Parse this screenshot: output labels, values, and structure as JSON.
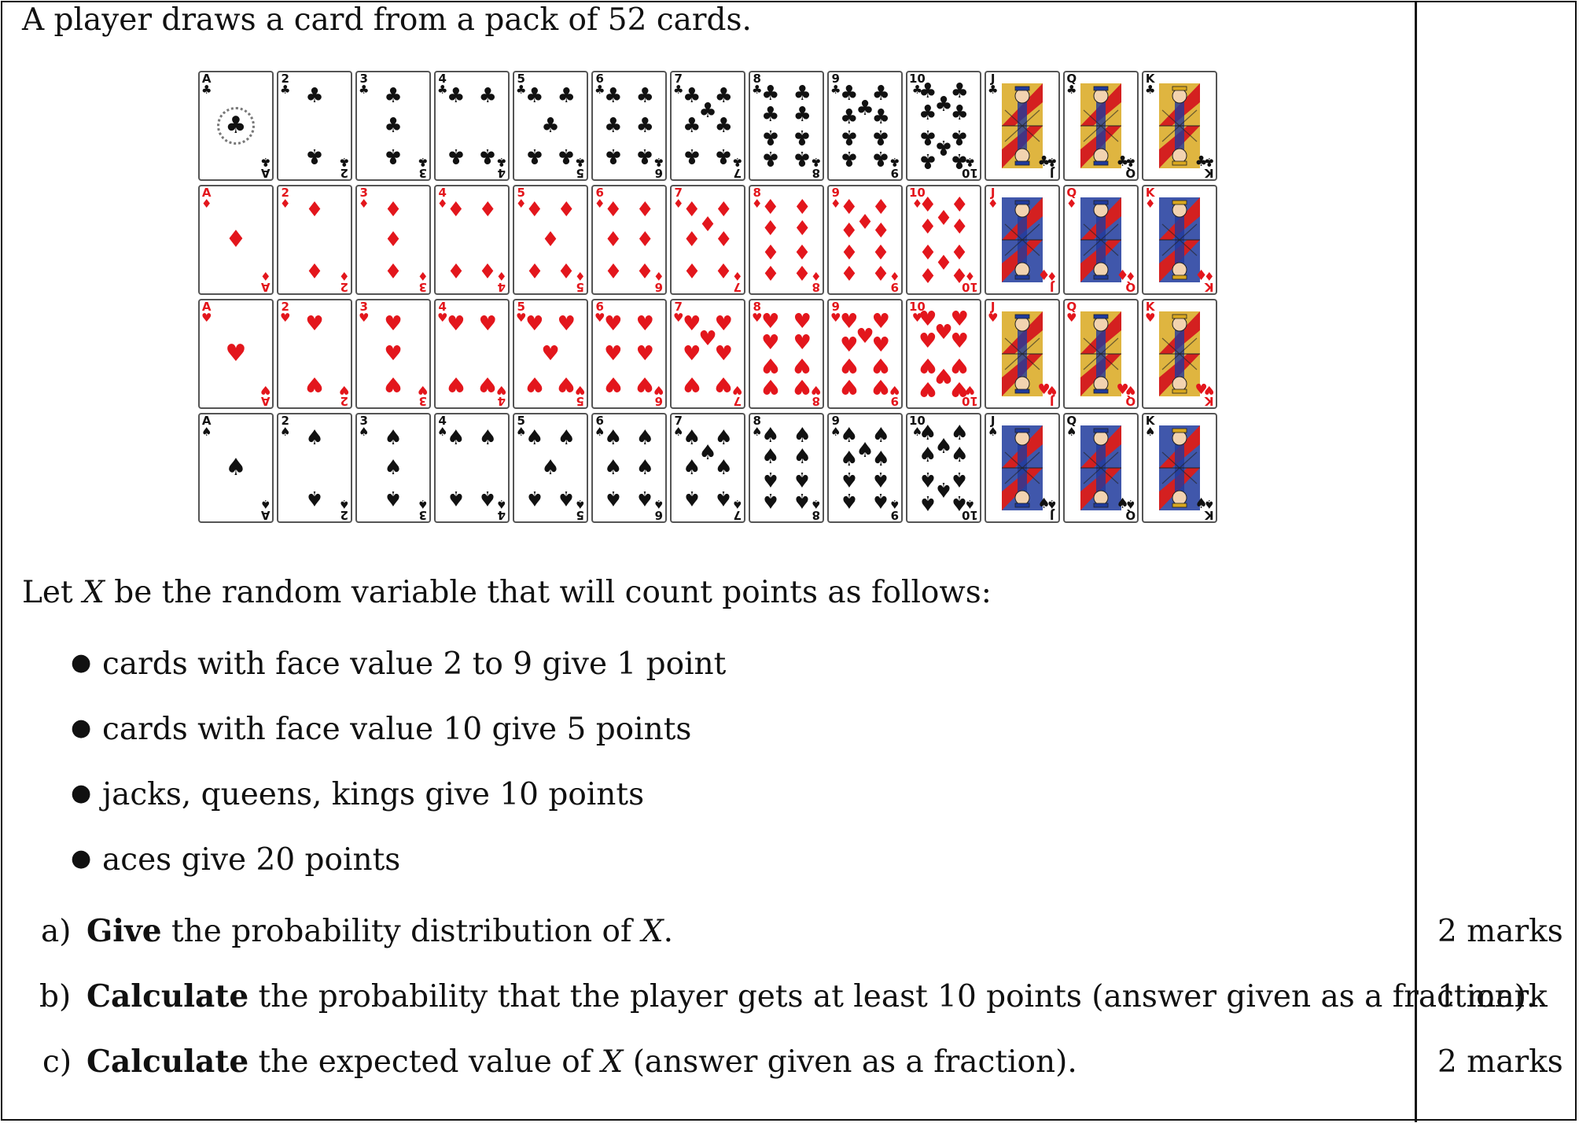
{
  "intro": "A player draws a card from a pack of 52 cards.",
  "cards": {
    "ranks": [
      "A",
      "2",
      "3",
      "4",
      "5",
      "6",
      "7",
      "8",
      "9",
      "10",
      "J",
      "Q",
      "K"
    ],
    "suits": [
      {
        "name": "clubs",
        "symbol": "♣",
        "color": "#111111"
      },
      {
        "name": "diamonds",
        "symbol": "♦",
        "color": "#e3161c"
      },
      {
        "name": "hearts",
        "symbol": "♥",
        "color": "#e3161c"
      },
      {
        "name": "spades",
        "symbol": "♠",
        "color": "#111111"
      }
    ],
    "face_colors": [
      "#d9a81f",
      "#1f3a9c",
      "#d42020",
      "#222222"
    ]
  },
  "definition": {
    "before": "Let ",
    "var": "X",
    "after": " be the random variable that will count points as follows:"
  },
  "rules": [
    "cards with face value 2 to 9 give 1 point",
    "cards with face value 10 give 5 points",
    "jacks, queens, kings give 10 points",
    "aces give 20 points"
  ],
  "questions": [
    {
      "label": "a)",
      "verb": "Give",
      "rest_before": " the probability distribution of ",
      "var": "X",
      "rest_after": ".",
      "marks": "2 marks"
    },
    {
      "label": "b)",
      "verb": "Calculate",
      "rest_before": " the probability that the player gets at least 10 points (answer given as a fraction).",
      "var": "",
      "rest_after": "",
      "marks": "1 mark"
    },
    {
      "label": "c)",
      "verb": "Calculate",
      "rest_before": " the expected value of ",
      "var": "X",
      "rest_after": " (answer given as a fraction).",
      "marks": "2 marks"
    }
  ]
}
